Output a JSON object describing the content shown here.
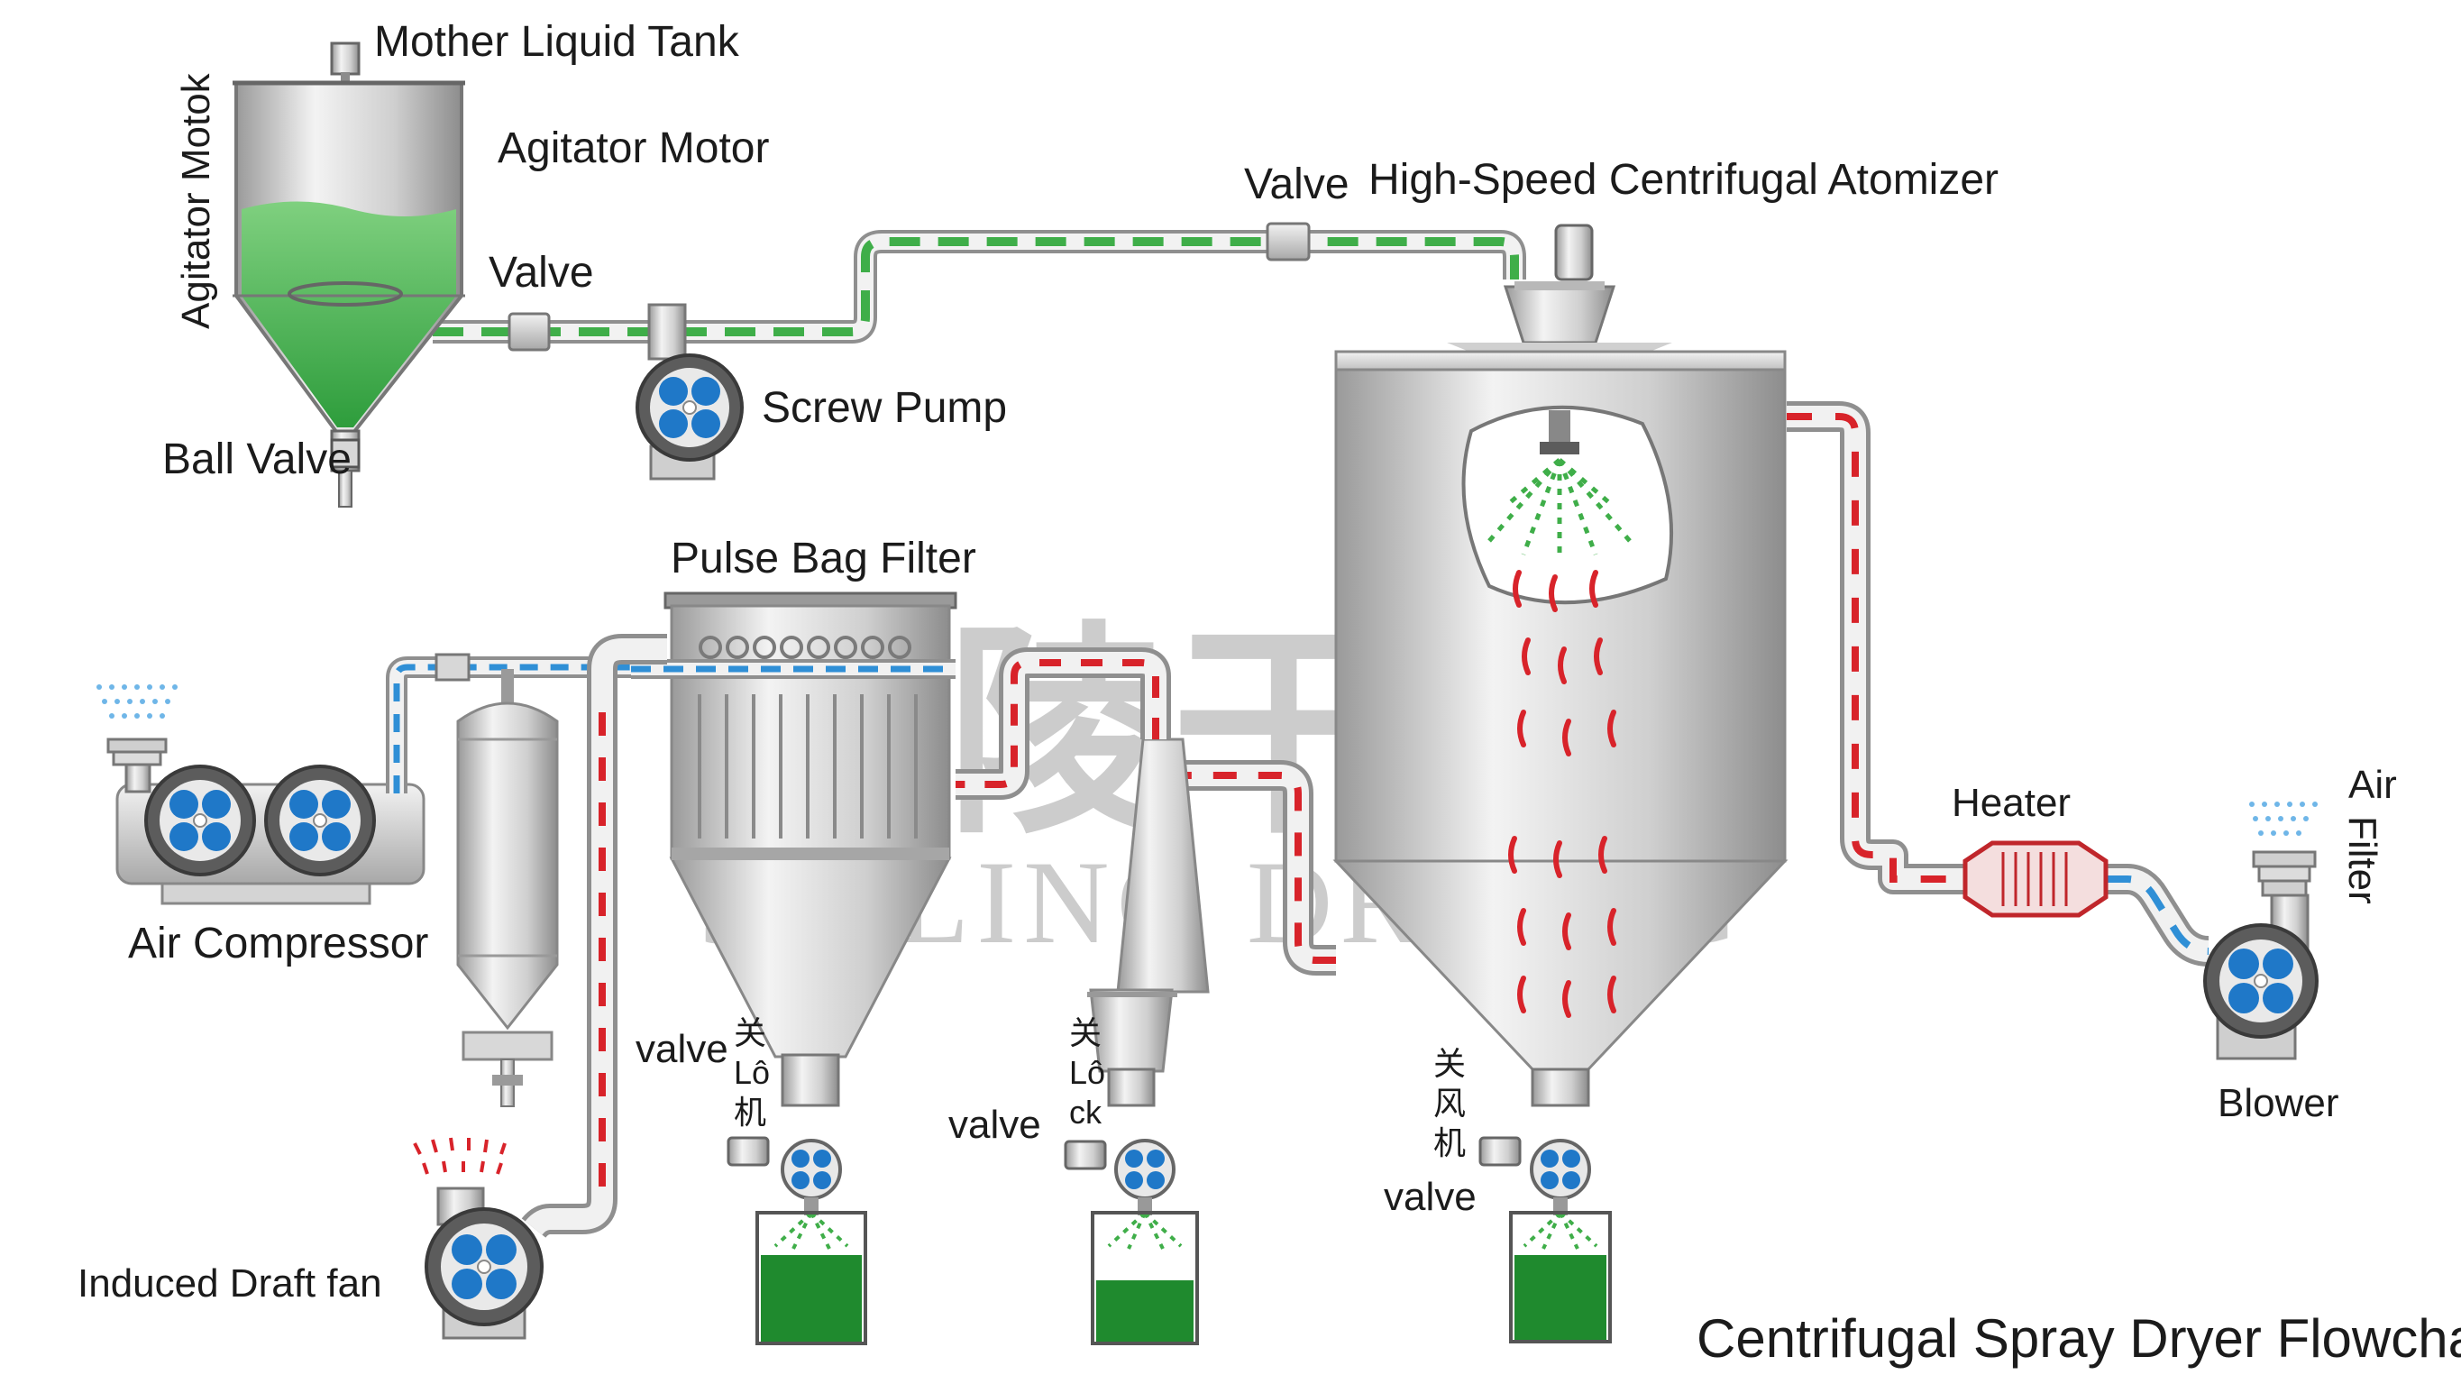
{
  "title": "Centrifugal Spray Dryer Flowchart",
  "watermark": {
    "cjk": "金陵干燥",
    "latin": "JINLING DRYING"
  },
  "labels": {
    "mother_liquid_tank": "Mother Liquid Tank",
    "agitator_motor_side": "Agitator Motok",
    "agitator_motor": "Agitator Motor",
    "valve_feed": "Valve",
    "ball_valve": "Ball Valve",
    "screw_pump": "Screw Pump",
    "valve_top": "Valve",
    "atomizer": "High-Speed Centrifugal Atomizer",
    "pulse_bag_filter": "Pulse Bag Filter",
    "air_compressor": "Air Compressor",
    "induced_draft_fan": "Induced Draft fan",
    "valve_filter": "valve",
    "valve_cyclone": "valve",
    "valve_tower": "valve",
    "heater": "Heater",
    "air_filter_1": "Air",
    "air_filter_2": "Filter",
    "blower": "Blower"
  },
  "lock_labels": {
    "filter": [
      "关",
      "Lô",
      "机"
    ],
    "cyclone": [
      "关",
      "Lô",
      "ck"
    ],
    "tower": [
      "关",
      "风",
      "机"
    ]
  },
  "colors": {
    "liquid_green": "#3fae49",
    "hot_air_red": "#d8232a",
    "cold_air_blue": "#2f8fd6",
    "fan_blue": "#1f78c8",
    "steel": "#c9c9c9",
    "product_green": "#1f8a2e"
  }
}
